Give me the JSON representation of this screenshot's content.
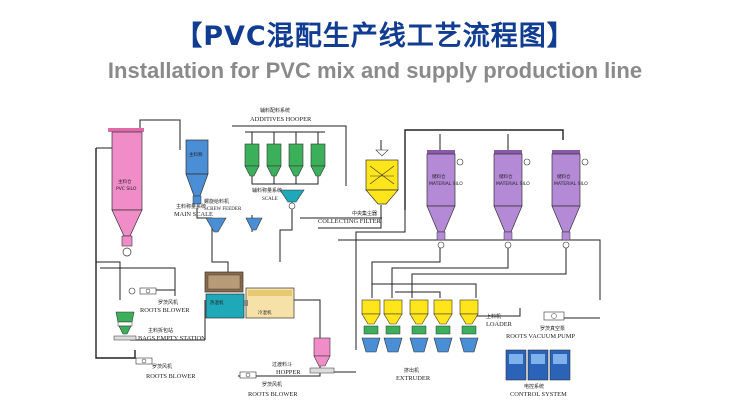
{
  "title_cn": "【PVC混配生产线工艺流程图】",
  "title_en": "Installation for PVC mix and supply production line",
  "labels": {
    "additives_hopper_cn": "辅料配料系统",
    "additives_hopper_en": "ADDITIVES HOOPER",
    "pvc_silo_cn": "主料仓",
    "pvc_silo_en": "PVC SILO",
    "main_scale_cn": "主料称量系统",
    "main_scale_en": "MAIN SCALE",
    "screw_feeder_cn": "螺旋给料机",
    "screw_feeder_en": "SCREW FEEDER",
    "additive_scale_cn": "辅料称量系统",
    "additive_scale_en": "SCALE",
    "collecting_filter_cn": "中央集尘器",
    "collecting_filter_en": "COLLECTING FILTER",
    "mixer_hot": "热混机",
    "mixer_cold": "冷混机",
    "roots_blower_1_cn": "罗茨风机",
    "roots_blower_1_en": "ROOTS BLOWER",
    "bags_station_cn": "主料拆包站",
    "bags_station_en": "BAGS EMPTY STATION",
    "roots_blower_2_cn": "罗茨风机",
    "roots_blower_2_en": "ROOTS BLOWER",
    "hopper_cn": "过渡料斗",
    "hopper_en": "HOPPER",
    "roots_blower_3_cn": "罗茨风机",
    "roots_blower_3_en": "ROOTS BLOWER",
    "silo1_inside": "储料仓",
    "silo1_inside2": "MATERIAL SILO",
    "silo2_inside": "储料仓",
    "silo2_inside2": "MATERIAL SILO",
    "silo3_inside": "储料仓",
    "silo3_inside2": "MATERIAL SILO",
    "silo_left_inside": "主料仓",
    "silo_left_inside2": "PVC SILO",
    "pvc_hopper_inside": "主料称",
    "loader_cn": "上料机",
    "loader_en": "LOADER",
    "vacuum_pump_cn": "罗茨真空泵",
    "vacuum_pump_en": "ROOTS VACUUM PUMP",
    "extruder_cn": "挤出机",
    "extruder_en": "EXTRUDER",
    "control_cn": "电控系统",
    "control_en": "CONTROL SYSTEM"
  },
  "colors": {
    "title": "#103c91",
    "pink": "#f08cc8",
    "blue": "#4a8fd6",
    "purple": "#b48ad6",
    "green": "#3caf5a",
    "yellow": "#ffe51a",
    "teal": "#1fa8b8",
    "cream": "#f6e2a8"
  }
}
